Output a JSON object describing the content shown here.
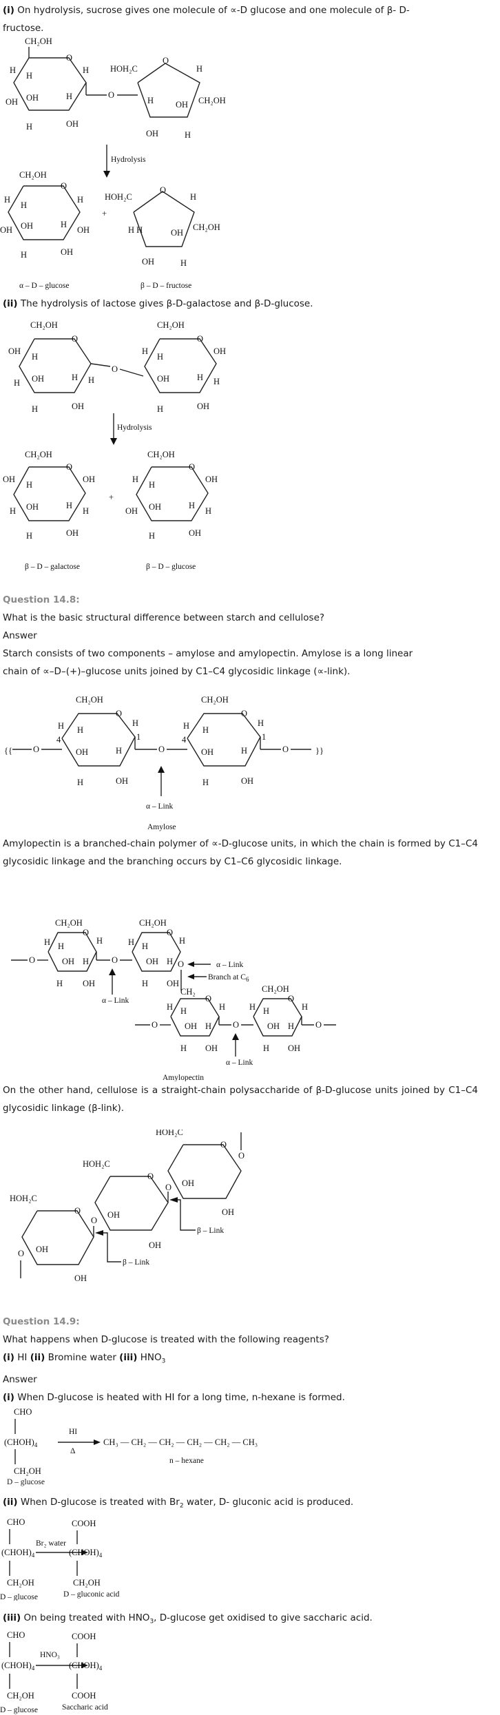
{
  "part_i_sucrose": {
    "marker": "(i)",
    "text": " On hydrolysis, sucrose gives one molecule of ∝-D glucose and one molecule of β- D-",
    "text2": "fructose.",
    "figure": {
      "arrow_label": "Hydrolysis",
      "product_left": "α – D – glucose",
      "product_right": "β – D – fructose",
      "plus": "+"
    }
  },
  "part_ii_lactose": {
    "marker": "(ii)",
    "text": " The hydrolysis of lactose gives β-D-galactose and β-D-glucose.",
    "figure": {
      "arrow_label": "Hydrolysis",
      "product_left": "β – D – galactose",
      "product_right": "β – D – glucose",
      "plus": "+"
    }
  },
  "question_14_8": {
    "heading": "Question 14.8:",
    "question": "What is the basic structural difference between starch and cellulose?",
    "answer_label": "Answer",
    "para1_line1": "Starch consists of two components – amylose and amylopectin. Amylose is a long linear",
    "para1_line2": "chain of ∝–D–(+)–glucose units joined by C1–C4 glycosidic linkage (∝-link).",
    "amylose_fig": {
      "link_label": "α – Link",
      "caption": "Amylose"
    },
    "para2": "Amylopectin is a branched-chain polymer of ∝-D-glucose units, in which the chain is formed by C1–C4 glycosidic linkage and the branching occurs by C1–C6 glycosidic linkage.",
    "amylopectin_fig": {
      "link_label_1": "α – Link",
      "link_label_2": "α – Link",
      "link_label_3": "α – Link",
      "branch_label": "Branch at C",
      "branch_sub": "6",
      "caption": "Amylopectin"
    },
    "para3": "On the other hand, cellulose is a straight-chain polysaccharide of β-D-glucose units joined by C1–C4 glycosidic linkage (β-link).",
    "cellulose_fig": {
      "link_label_1": "β – Link",
      "link_label_2": "β – Link"
    }
  },
  "question_14_9": {
    "heading": "Question 14.9:",
    "question": "What happens when D-glucose is treated with the following reagents?",
    "reagents": {
      "m1": "(i)",
      "r1": " HI ",
      "m2": "(ii)",
      "r2": " Bromine water ",
      "m3": "(iii)",
      "r3": " HNO",
      "r3_sub": "3"
    },
    "answer_label": "Answer",
    "a1": {
      "marker": "(i)",
      "text": " When D-glucose is heated with HI for a long time, n-hexane is formed.",
      "reagent_top": "HI",
      "reagent_bottom": "Δ",
      "product": "n – hexane",
      "reactant": "D – glucose"
    },
    "a2": {
      "marker": "(ii)",
      "text_a": " When D-glucose is treated with Br",
      "sub": "2",
      "text_b": " water, D- gluconic acid is produced.",
      "reagent": "Br₂ water",
      "reactant": "D – glucose",
      "product": "D – gluconic acid"
    },
    "a3": {
      "marker": "(iii)",
      "text_a": " On being treated with HNO",
      "sub": "3",
      "text_b": ", D-glucose get oxidised to give saccharic acid.",
      "reagent": "HNO₃",
      "reactant": "D – glucose",
      "product": "Saccharic acid"
    }
  }
}
